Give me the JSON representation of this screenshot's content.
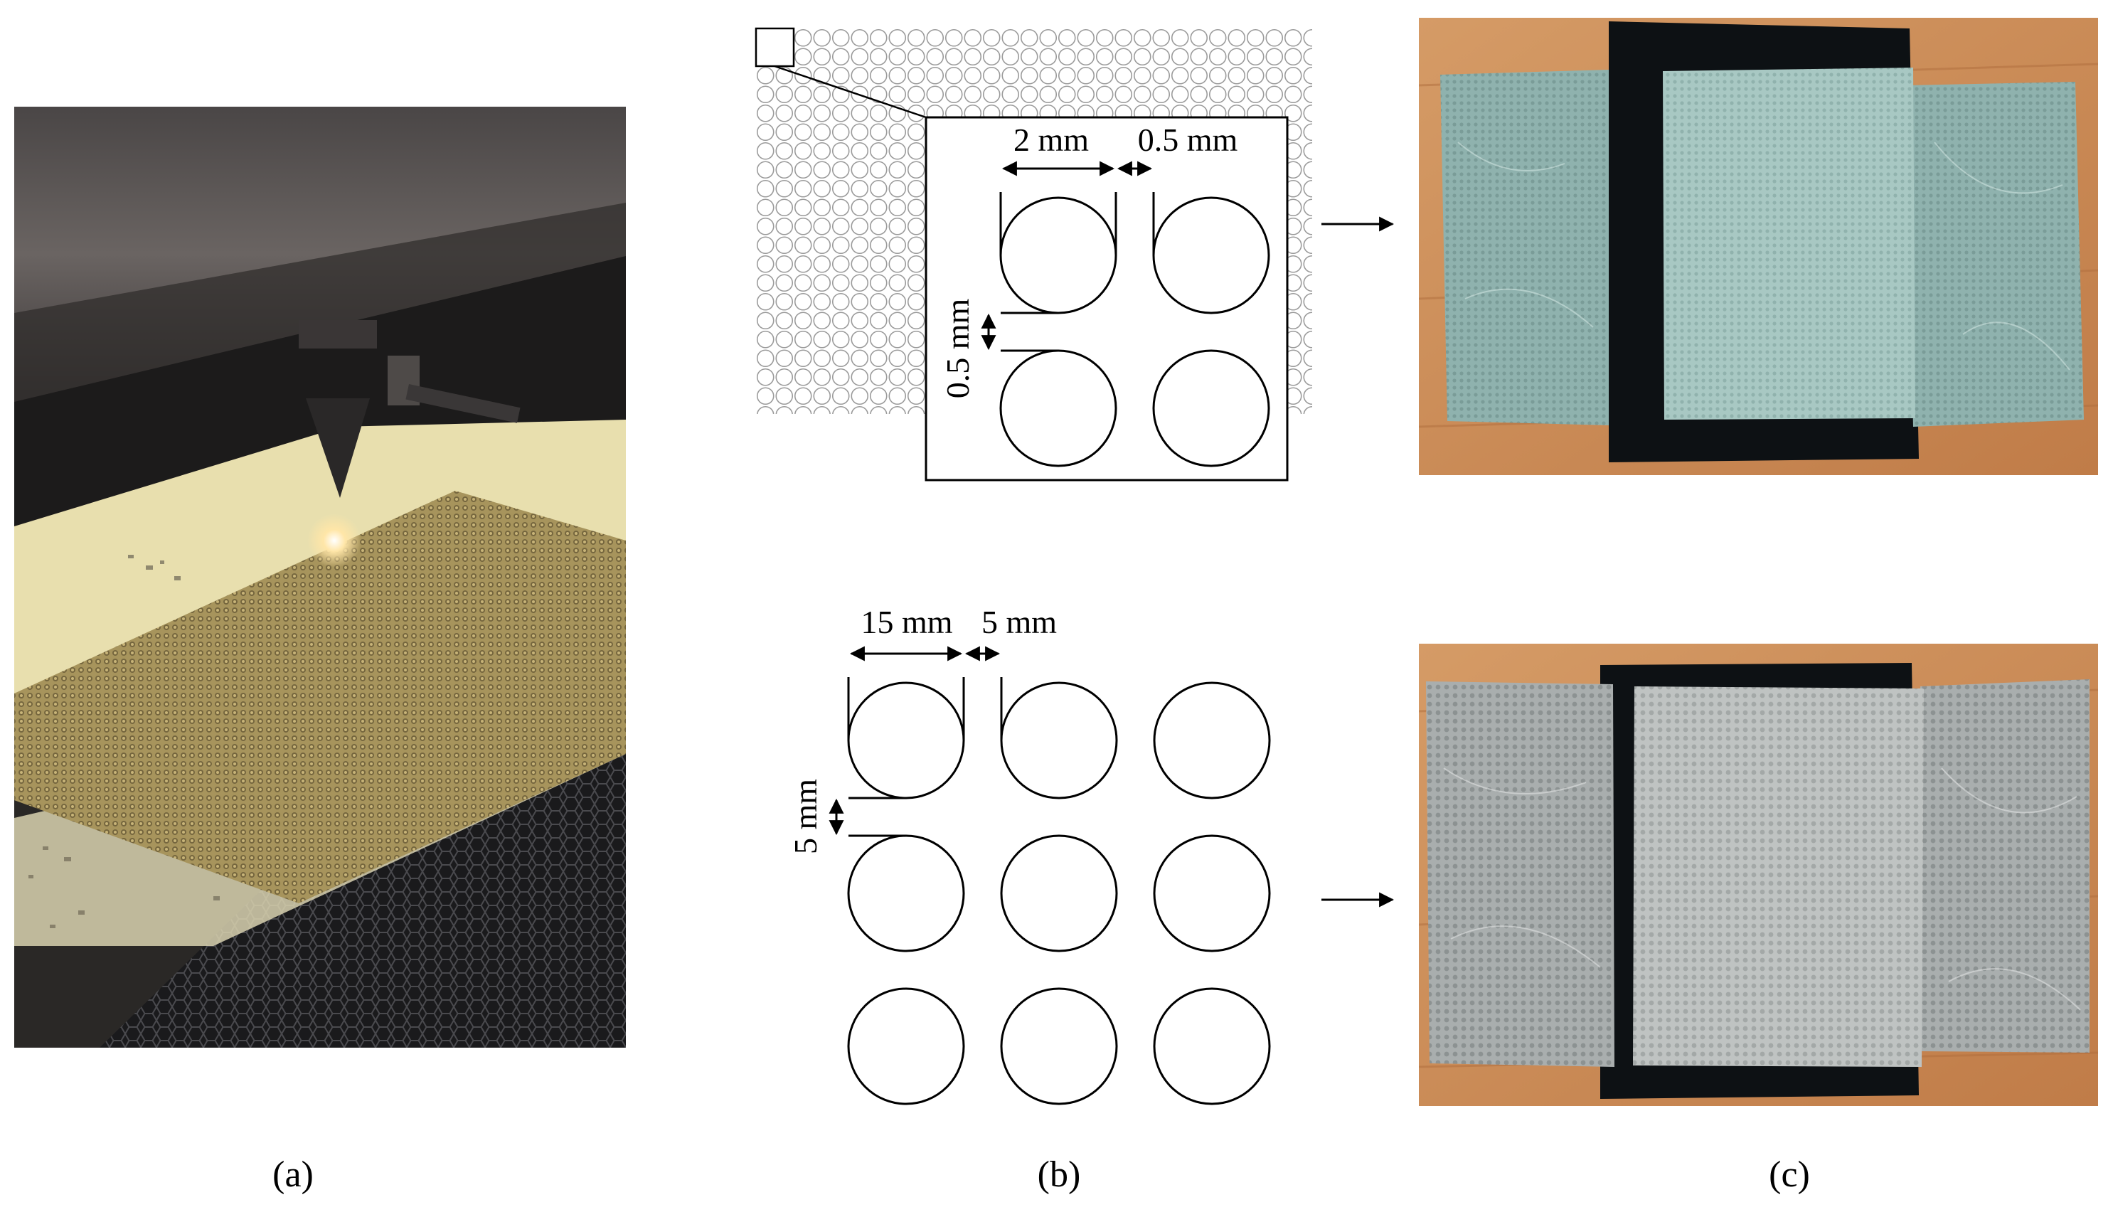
{
  "panels": {
    "a": {
      "label": "(a)"
    },
    "b": {
      "label": "(b)",
      "top": {
        "diameter": "2 mm",
        "spacing_h": "0.5 mm",
        "spacing_v": "0.5 mm"
      },
      "bottom": {
        "diameter": "15 mm",
        "spacing_h": "5 mm",
        "spacing_v": "5 mm"
      }
    },
    "c": {
      "label": "(c)"
    }
  },
  "colors": {
    "teal_fabric": "#8fb2ae",
    "grey_fabric": "#a9aeae",
    "black_felt": "#0d1114",
    "wood_table": "#c98852",
    "laser_bed_cream": "#e8dfae"
  }
}
